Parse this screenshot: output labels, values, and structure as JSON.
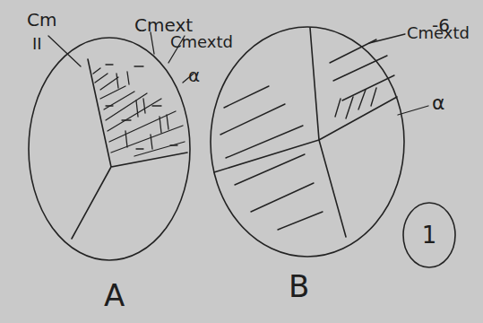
{
  "diagram": {
    "nodes": [
      {
        "text": [
          "1"
        ]
      }
    ],
    "labels": [
      "Cm",
      "II",
      "Cmext",
      "Cmextd",
      "α",
      "-6",
      "Cmextd",
      "α",
      "A",
      "B"
    ]
  }
}
